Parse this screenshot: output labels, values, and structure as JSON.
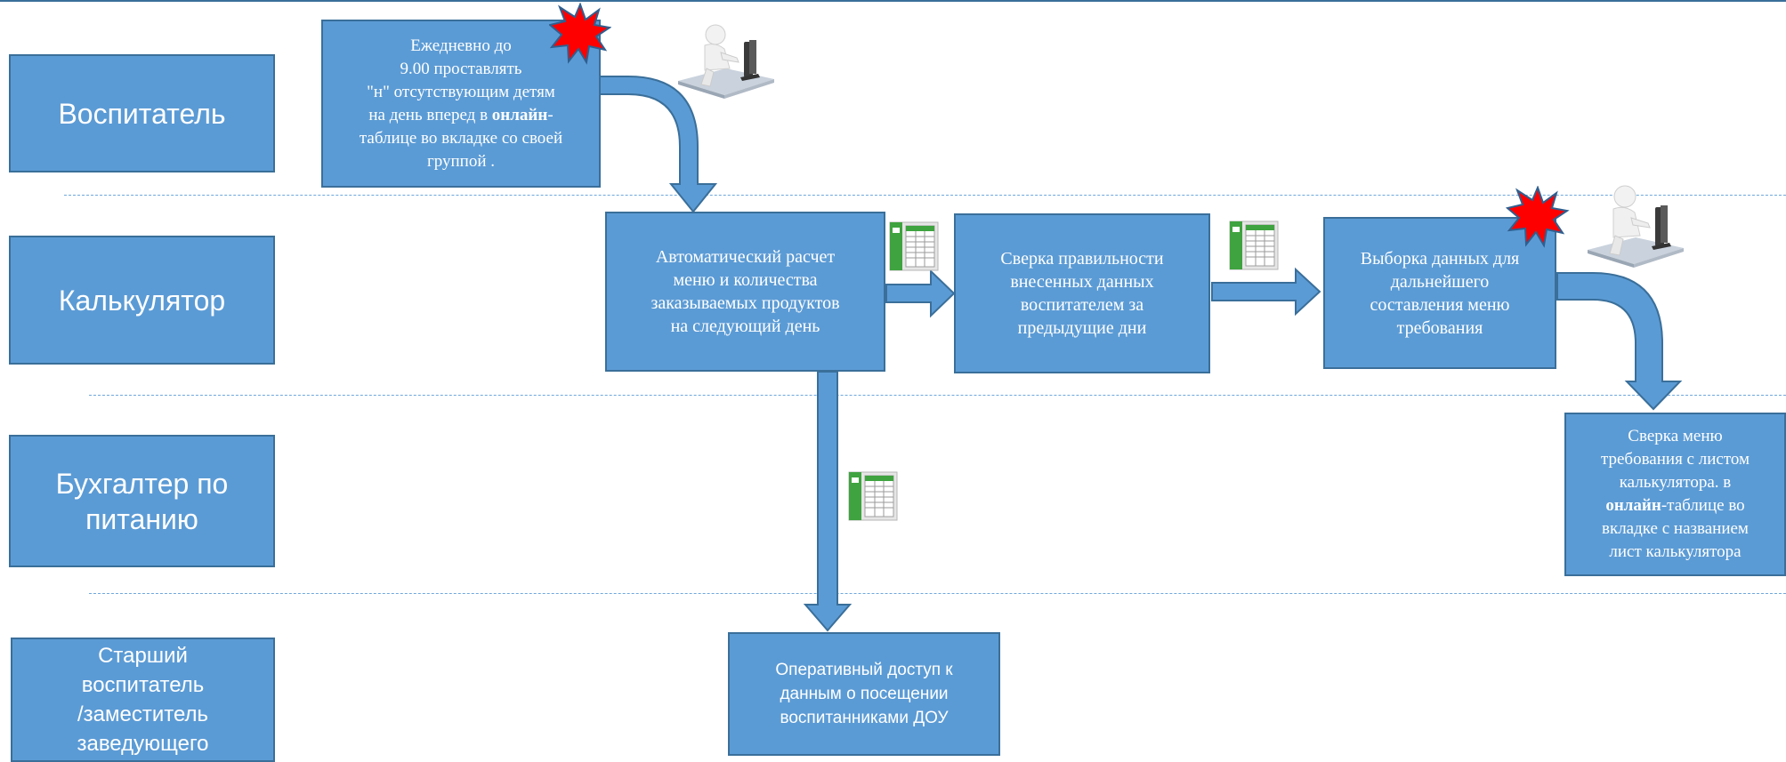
{
  "roles": {
    "teacher": "Воспитатель",
    "calculator": "Калькулятор",
    "accountant": [
      "Бухгалтер по",
      "питанию"
    ],
    "senior": [
      "Старший",
      "воспитатель",
      "/заместитель",
      "заведующего"
    ]
  },
  "steps": {
    "daily_marks": {
      "lines": [
        "Ежедневно до",
        "9.00 проставлять",
        "\"н\" отсутствующим детям",
        "на день вперед в "
      ],
      "bold": "онлайн",
      "after_bold": "-",
      "tail": [
        "таблице во вкладке со своей",
        "группой ."
      ]
    },
    "auto_calc": [
      "Автоматический расчет",
      "меню и количества",
      "заказываемых продуктов",
      "на следующий день"
    ],
    "reconcile": [
      "Сверка правильности",
      "внесенных данных",
      "воспитателем за",
      "предыдущие дни"
    ],
    "selection": [
      "Выборка данных для",
      "дальнейшего",
      "составления меню",
      "требования"
    ],
    "compare": {
      "lines": [
        "Сверка меню",
        "требования с листом",
        "калькулятора. в"
      ],
      "bold": "онлайн",
      "after_bold": "-таблице во",
      "tail": [
        "вкладке с названием",
        "лист калькулятора"
      ]
    },
    "quick_access": [
      "Оперативный доступ к",
      "данным о посещении",
      "воспитанниками ДОУ"
    ]
  },
  "icons": [
    "person-at-computer-icon",
    "spreadsheet-icon",
    "starburst-icon"
  ],
  "colors": {
    "box_fill": "#5b9bd5",
    "box_border": "#3a6f9a",
    "arrow_fill": "#5b9bd5",
    "starburst": "#ff0000",
    "separator": "#6fa8dc"
  }
}
